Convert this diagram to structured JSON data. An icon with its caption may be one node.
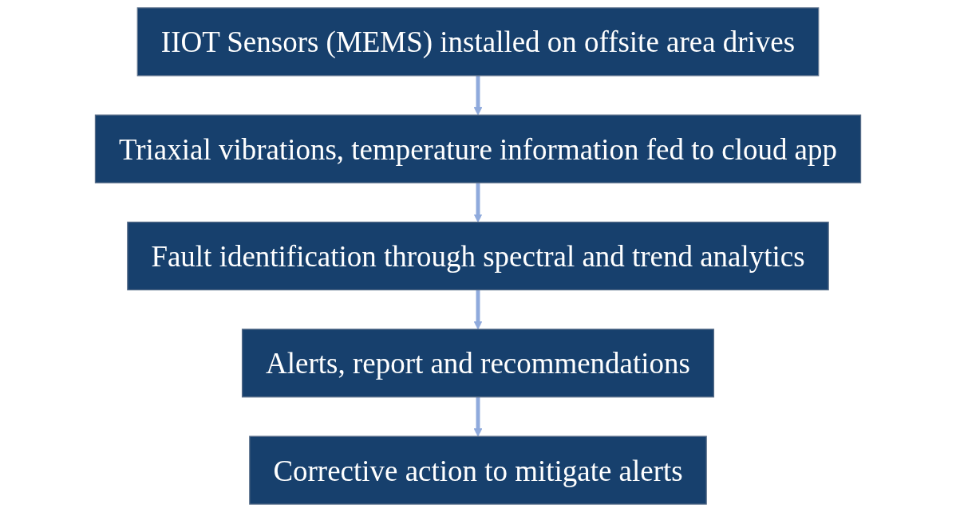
{
  "diagram": {
    "nodes": [
      {
        "text": [
          "IIOT Sensors (MEMS) installed on offsite area drives"
        ]
      },
      {
        "text": [
          "Triaxial vibrations, temperature information fed to cloud app"
        ]
      },
      {
        "text": [
          "Fault identification through spectral and trend analytics"
        ]
      },
      {
        "text": [
          "Alerts, report and recommendations"
        ]
      },
      {
        "text": [
          "Corrective action to mitigate alerts"
        ]
      }
    ],
    "edges": [
      {
        "from": 0,
        "to": 1,
        "arrow": "to"
      },
      {
        "from": 1,
        "to": 2,
        "arrow": "to"
      },
      {
        "from": 2,
        "to": 3,
        "arrow": "to"
      },
      {
        "from": 3,
        "to": 4,
        "arrow": "to"
      }
    ]
  }
}
